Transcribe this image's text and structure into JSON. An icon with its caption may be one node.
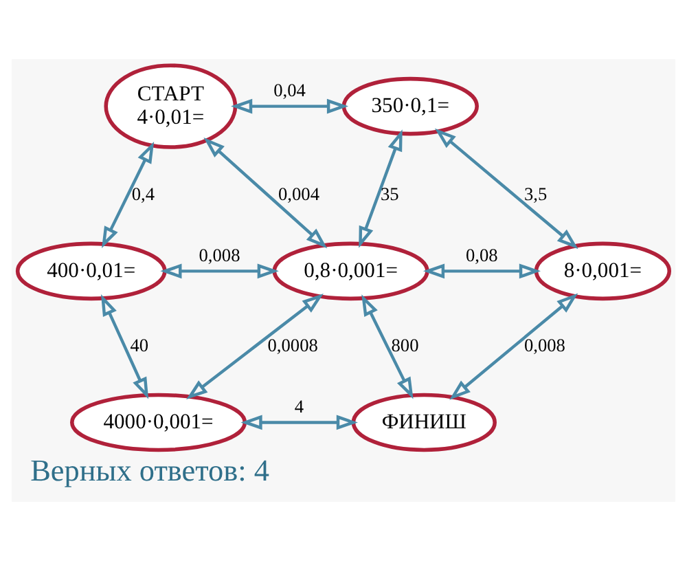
{
  "diagram": {
    "caption": "Верных ответов: 4",
    "nodes": [
      {
        "text": [
          "СТАРТ",
          "4·0,01="
        ]
      },
      {
        "text": [
          "350·0,1="
        ]
      },
      {
        "text": [
          "8·0,001="
        ]
      },
      {
        "text": [
          "400·0,01="
        ]
      },
      {
        "text": [
          "0,8·0,001="
        ]
      },
      {
        "text": [
          "4000·0,001="
        ]
      },
      {
        "text": [
          "ФИНИШ"
        ]
      }
    ],
    "edges": [
      {
        "from": 0,
        "to": 1,
        "arrow": "both",
        "label": "0,04"
      },
      {
        "from": 0,
        "to": 4,
        "arrow": "both",
        "label": "0,004"
      },
      {
        "from": 0,
        "to": 3,
        "arrow": "both",
        "label": "0,4"
      },
      {
        "from": 1,
        "to": 4,
        "arrow": "both",
        "label": "35"
      },
      {
        "from": 1,
        "to": 2,
        "arrow": "both",
        "label": "3,5"
      },
      {
        "from": 4,
        "to": 2,
        "arrow": "both",
        "label": "0,08"
      },
      {
        "from": 3,
        "to": 4,
        "arrow": "both",
        "label": "0,008"
      },
      {
        "from": 3,
        "to": 5,
        "arrow": "both",
        "label": "40"
      },
      {
        "from": 5,
        "to": 4,
        "arrow": "both",
        "label": "0,0008"
      },
      {
        "from": 4,
        "to": 6,
        "arrow": "both",
        "label": "800"
      },
      {
        "from": 2,
        "to": 6,
        "arrow": "both",
        "label": "0,008"
      },
      {
        "from": 5,
        "to": 6,
        "arrow": "both",
        "label": "4"
      }
    ]
  }
}
